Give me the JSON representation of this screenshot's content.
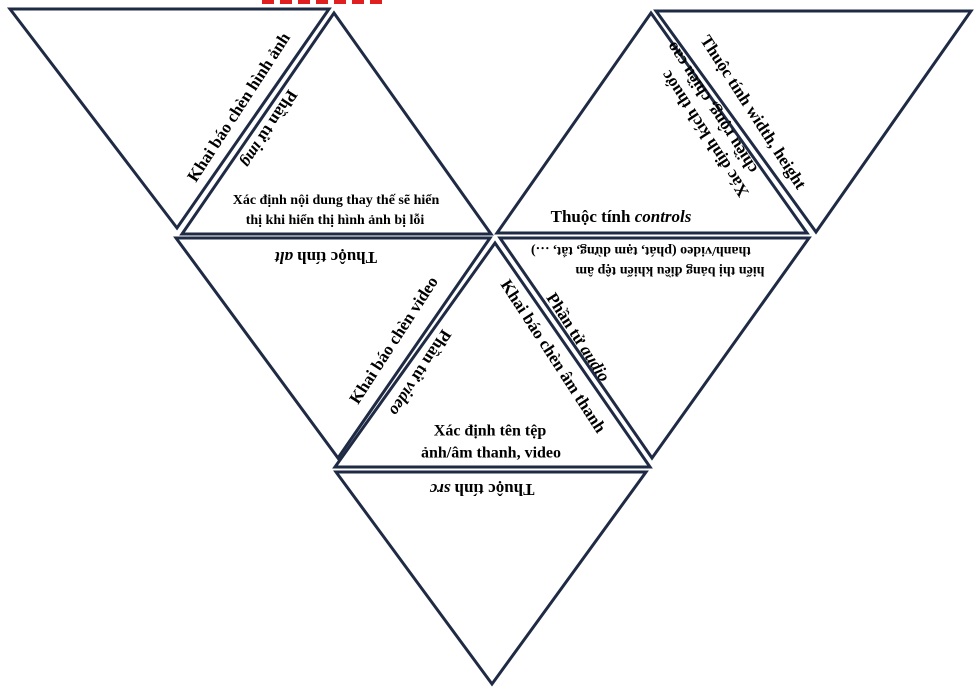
{
  "colors": {
    "stroke": "#1f2a44",
    "text": "#000000",
    "mark": "#e02020",
    "background": "#ffffff"
  },
  "labels": {
    "khai_bao_hinh_anh": "Khai báo chèn hình ảnh",
    "phan_tu_img_prefix": "Phần tử ",
    "phan_tu_img_tag": "img",
    "alt_desc_line1": "Xác định nội dung thay thế sẽ hiển",
    "alt_desc_line2": "thị khi hiển thị hình ảnh bị lỗi",
    "thuoc_tinh_alt_prefix": "Thuộc tính ",
    "thuoc_tinh_alt_attr": "alt",
    "khai_bao_video": "Khai báo chèn video",
    "phan_tu_video_prefix": "Phần tử ",
    "phan_tu_video_tag": "video",
    "src_desc_line1": "Xác định tên tệp",
    "src_desc_line2": "ảnh/âm thanh, video",
    "khai_bao_am_thanh": "Khai báo chèn âm thanh",
    "phan_tu_audio_prefix": "Phần tử ",
    "phan_tu_audio_tag": "audio",
    "thuoc_tinh_src_prefix": "Thuộc tính ",
    "thuoc_tinh_src_attr": "src",
    "controls_desc_line1": "hiển thị bảng điều khiển tệp âm",
    "controls_desc_line2": "thanh/video (phát, tạm dừng, tắt, …)",
    "thuoc_tinh_controls_prefix": "Thuộc tính ",
    "thuoc_tinh_controls_attr": "controls",
    "size_desc_line1": "Xác định kích thuớc",
    "size_desc_line2": "chiều rộng, chiều cao",
    "thuoc_tinh_width_height": "Thuộc tính width, height"
  }
}
